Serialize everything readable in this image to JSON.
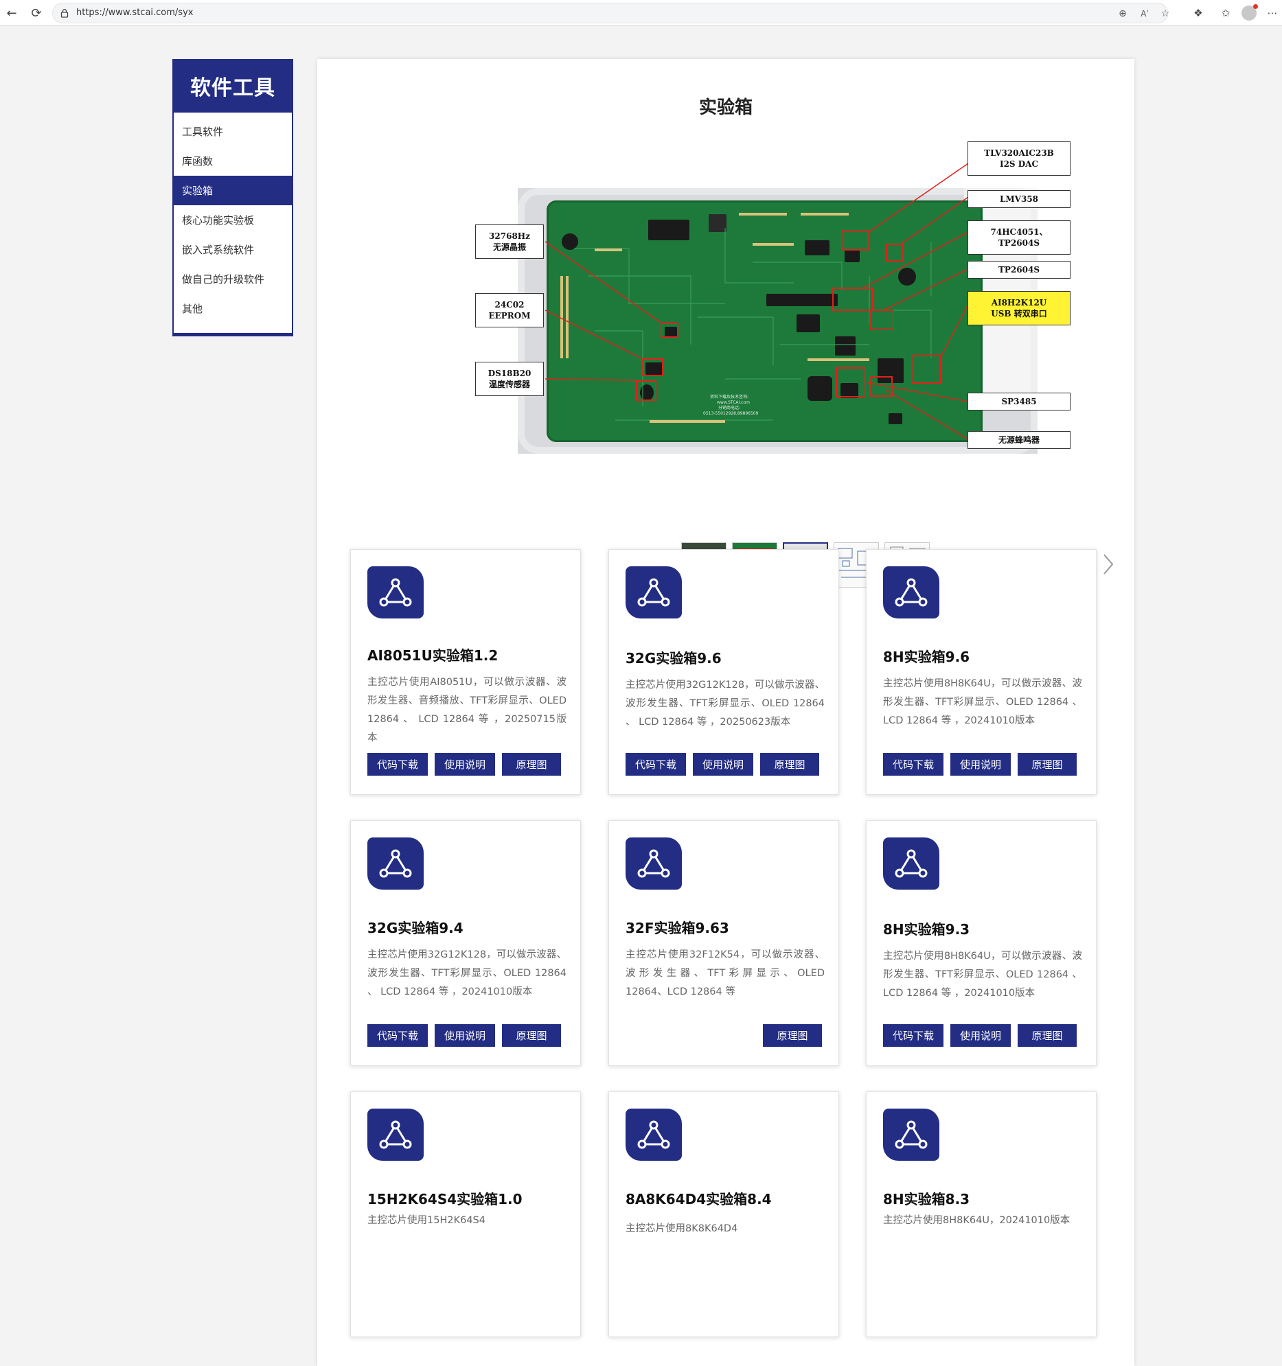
{
  "browser": {
    "url": "https://www.stcai.com/syx"
  },
  "sidebar": {
    "title": "软件工具",
    "items": [
      {
        "label": "工具软件",
        "active": false
      },
      {
        "label": "库函数",
        "active": false
      },
      {
        "label": "实验箱",
        "active": true
      },
      {
        "label": "核心功能实验板",
        "active": false
      },
      {
        "label": "嵌入式系统软件",
        "active": false
      },
      {
        "label": "做自己的升级软件",
        "active": false
      },
      {
        "label": "其他",
        "active": false
      }
    ]
  },
  "main": {
    "title": "实验箱",
    "hero": {
      "callouts": [
        {
          "line1": "TLV320AIC23B",
          "line2": "I2S DAC"
        },
        {
          "line1": "LMV358",
          "line2": ""
        },
        {
          "line1": "74HC4051、",
          "line2": "TP2604S"
        },
        {
          "line1": "TP2604S",
          "line2": ""
        },
        {
          "line1": "AI8H2K12U",
          "line2": "USB 转双串口"
        },
        {
          "line1": "SP3485",
          "line2": ""
        },
        {
          "line1": "无源蜂鸣器",
          "line2": ""
        },
        {
          "line1": "32768Hz",
          "line2": "无源晶振"
        },
        {
          "line1": "24C02",
          "line2": "EEPROM"
        },
        {
          "line1": "DS18B20",
          "line2": "温度传感器"
        }
      ],
      "board_text": [
        "资料下载及技术咨询:",
        "www.STCAI.com",
        "分销商电话:",
        "0513-55012928,89896509"
      ],
      "thumbnail_count": 5,
      "active_thumbnail": 3
    },
    "cards": [
      {
        "title": "AI8051U实验箱1.2",
        "desc": "主控芯片使用AI8051U，可以做示波器、波形发生器、音频播放、TFT彩屏显示、OLED 12864 、 LCD 12864 等 ，20250715版本",
        "buttons": [
          "代码下载",
          "使用说明",
          "原理图"
        ]
      },
      {
        "title": "32G实验箱9.6",
        "desc": "主控芯片使用32G12K128，可以做示波器、波形发生器、TFT彩屏显示、OLED 12864 、 LCD 12864 等 ，20250623版本",
        "buttons": [
          "代码下载",
          "使用说明",
          "原理图"
        ]
      },
      {
        "title": "8H实验箱9.6",
        "desc": "主控芯片使用8H8K64U，可以做示波器、波形发生器、TFT彩屏显示、OLED 12864 、 LCD 12864 等 ，20241010版本",
        "buttons": [
          "代码下载",
          "使用说明",
          "原理图"
        ]
      },
      {
        "title": "32G实验箱9.4",
        "desc": "主控芯片使用32G12K128，可以做示波器、波形发生器、TFT彩屏显示、OLED 12864 、 LCD 12864 等 ，20241010版本",
        "buttons": [
          "代码下载",
          "使用说明",
          "原理图"
        ]
      },
      {
        "title": "32F实验箱9.63",
        "desc": "主控芯片使用32F12K54，可以做示波器、波形发生器、TFT彩屏显示、OLED 12864、LCD 12864 等",
        "buttons": [
          "原理图"
        ]
      },
      {
        "title": "8H实验箱9.3",
        "desc": "主控芯片使用8H8K64U，可以做示波器、波形发生器、TFT彩屏显示、OLED 12864 、 LCD 12864 等 ，20241010版本",
        "buttons": [
          "代码下载",
          "使用说明",
          "原理图"
        ]
      },
      {
        "title": "15H2K64S4实验箱1.0",
        "desc": "主控芯片使用15H2K64S4",
        "buttons": []
      },
      {
        "title": "8A8K64D4实验箱8.4",
        "desc": "主控芯片使用8K8K64D4",
        "buttons": []
      },
      {
        "title": "8H实验箱8.3",
        "desc": "主控芯片使用8H8K64U，20241010版本",
        "buttons": []
      }
    ]
  },
  "colors": {
    "brand_navy": "#232d84",
    "pcb_green": "#1d7a3a",
    "highlight_red": "#e0221c",
    "callout_yellow": "#fff334"
  }
}
